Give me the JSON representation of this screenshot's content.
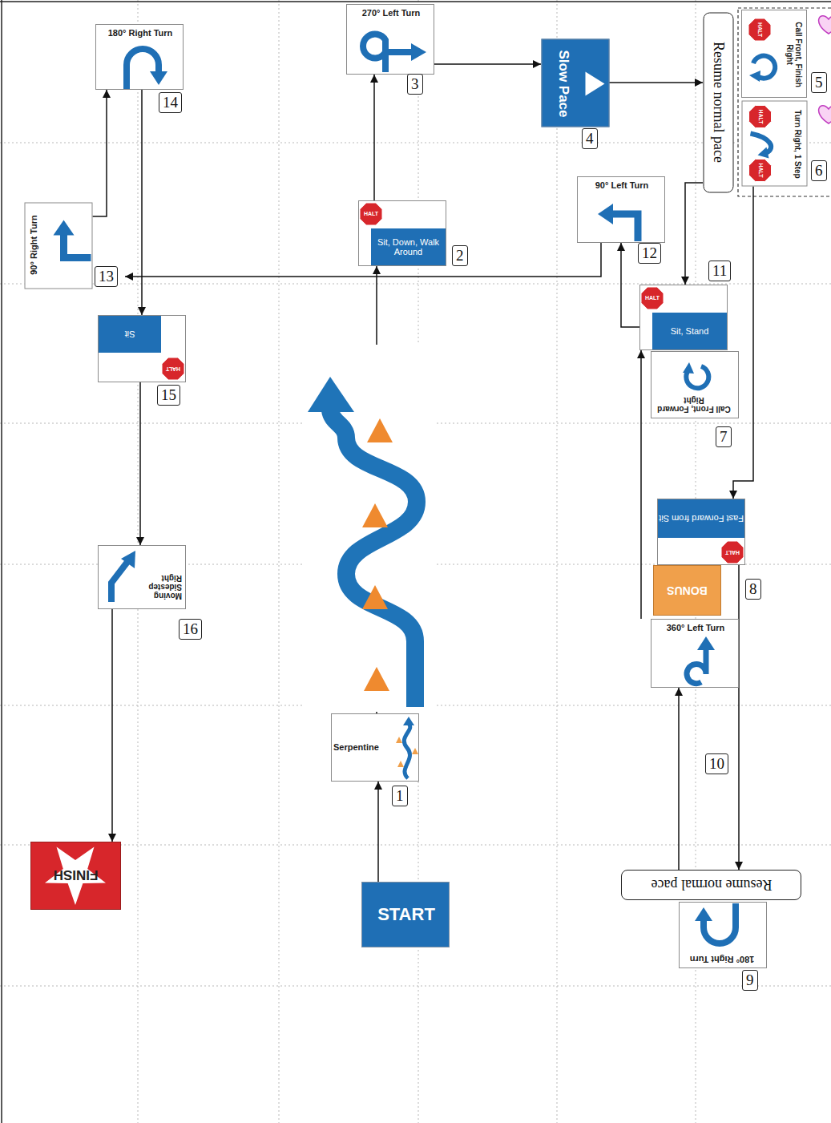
{
  "diagram": {
    "nodes": [
      {
        "text": [
          "START"
        ]
      },
      {
        "text": [
          "Serpentine"
        ]
      },
      {
        "text": [
          "HALT",
          "Sit, Down, Walk Around"
        ]
      },
      {
        "text": [
          "270° Left Turn"
        ]
      },
      {
        "text": [
          "Slow Pace"
        ]
      },
      {
        "text": [
          "Resume normal pace"
        ]
      },
      {
        "text": [
          "Call Front, Finish Right",
          "HALT"
        ]
      },
      {
        "text": [
          "Turn Right, 1 Step",
          "HALT",
          "HALT"
        ]
      },
      {
        "text": [
          "Call Front, Forward Right"
        ]
      },
      {
        "text": [
          "HALT",
          "Fast Forward from Sit"
        ]
      },
      {
        "text": [
          "BONUS"
        ]
      },
      {
        "text": [
          "180° Right Turn"
        ]
      },
      {
        "text": [
          "Resume normal pace"
        ]
      },
      {
        "text": [
          "360° Left Turn"
        ]
      },
      {
        "text": [
          "HALT",
          "Sit, Stand"
        ]
      },
      {
        "text": [
          "90° Left Turn"
        ]
      },
      {
        "text": [
          "90° Right Turn"
        ]
      },
      {
        "text": [
          "180° Right Turn"
        ]
      },
      {
        "text": [
          "HALT",
          "Sit"
        ]
      },
      {
        "text": [
          "Moving Sidestep Right"
        ]
      },
      {
        "text": [
          "FINISH"
        ]
      }
    ],
    "edges": [
      {
        "from": 0,
        "to": 1,
        "arrow": "to"
      },
      {
        "from": 1,
        "to": 2,
        "arrow": "to"
      },
      {
        "from": 2,
        "to": 3,
        "arrow": "to"
      },
      {
        "from": 3,
        "to": 4,
        "arrow": "to"
      },
      {
        "from": 4,
        "to": 5,
        "arrow": "to"
      },
      {
        "from": 5,
        "to": 14,
        "arrow": "to"
      },
      {
        "from": 7,
        "to": 9,
        "arrow": "to"
      },
      {
        "from": 9,
        "to": 12,
        "arrow": "to"
      },
      {
        "from": 12,
        "to": 13,
        "arrow": "to"
      },
      {
        "from": 13,
        "to": 14,
        "arrow": "to"
      },
      {
        "from": 14,
        "to": 15,
        "arrow": "to"
      },
      {
        "from": 15,
        "to": 16,
        "arrow": "to"
      },
      {
        "from": 16,
        "to": 17,
        "arrow": "to"
      },
      {
        "from": 17,
        "to": 18,
        "arrow": "to"
      },
      {
        "from": 18,
        "to": 19,
        "arrow": "to"
      },
      {
        "from": 19,
        "to": 20,
        "arrow": "to"
      }
    ],
    "labels": [
      "1",
      "2",
      "3",
      "4",
      "5",
      "6",
      "7",
      "8",
      "9",
      "10",
      "11",
      "12",
      "13",
      "14",
      "15",
      "16"
    ]
  }
}
